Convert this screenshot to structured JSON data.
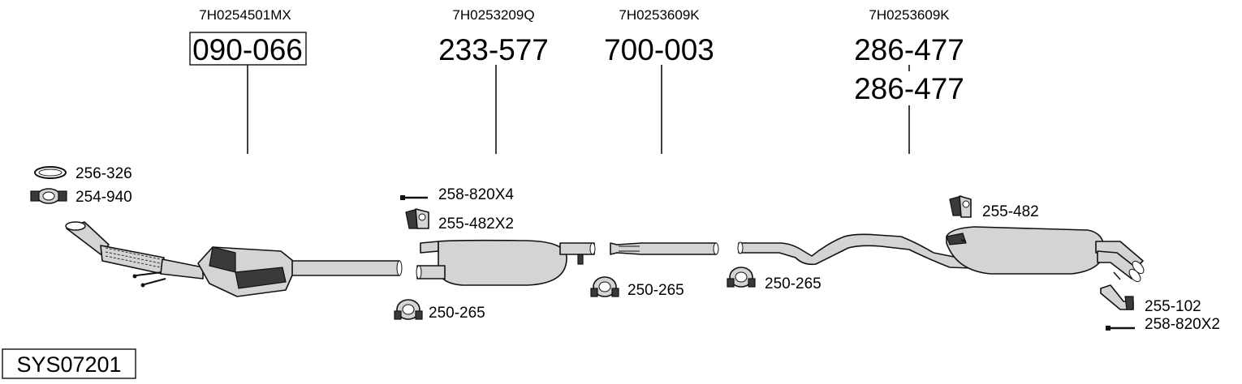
{
  "columns": [
    {
      "oe": "7H0254501MX",
      "part": "090-066",
      "boxed": true
    },
    {
      "oe": "7H0253209Q",
      "part": "233-577"
    },
    {
      "oe": "7H0253609K",
      "part": "700-003"
    },
    {
      "oe": "7H0253609K",
      "part": "286-477",
      "part2": "286-477"
    }
  ],
  "labels": {
    "gasket": "256-326",
    "clamp_front": "254-940",
    "bolt_1": "258-820X4",
    "hanger_1": "255-482X2",
    "clamp_1": "250-265",
    "clamp_2": "250-265",
    "clamp_3": "250-265",
    "hanger_2": "255-482",
    "bracket": "255-102",
    "bolt_2": "258-820X2"
  },
  "system_code": "SYS07201"
}
